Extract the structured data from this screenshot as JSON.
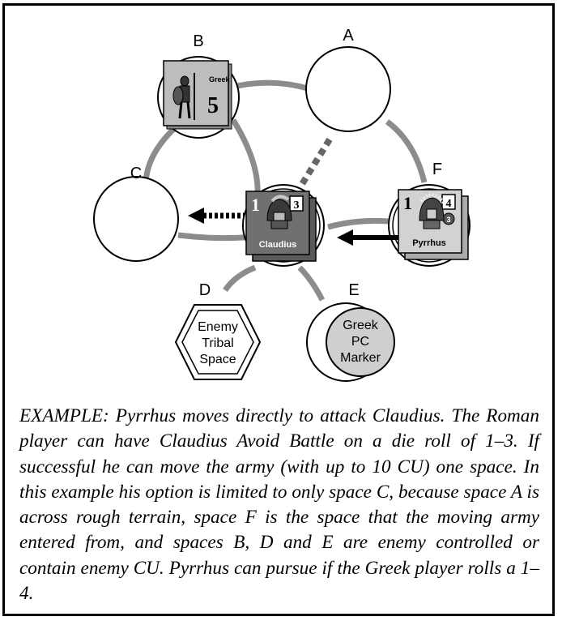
{
  "spaces": {
    "A": {
      "label": "A"
    },
    "B": {
      "label": "B"
    },
    "C": {
      "label": "C"
    },
    "D": {
      "label": "D",
      "text": [
        "Enemy",
        "Tribal",
        "Space"
      ]
    },
    "E": {
      "label": "E",
      "text": [
        "Greek",
        "PC",
        "Marker"
      ]
    },
    "F": {
      "label": "F"
    }
  },
  "units": {
    "greek_counter": {
      "side": "Greek",
      "value": "5"
    },
    "claudius": {
      "leader": "Claudius",
      "left_number": "1",
      "box_number": "3"
    },
    "pyrrhus": {
      "leader": "Pyrrhus",
      "left_number": "1",
      "box_number": "4",
      "badge": "3"
    }
  },
  "caption": "EXAMPLE: Pyrrhus moves directly to attack Claudius. The Roman player can have Claudius Avoid Battle on a die roll of 1–3. If successful he can move the army (with up to 10 CU) one space. In this example his option is limited to only space C, because space A is across rough terrain, space F is the space that the moving army entered from, and spaces B, D and E are enemy controlled or contain enemy CU. Pyrrhus can pursue if the Greek player rolls a 1–4."
}
